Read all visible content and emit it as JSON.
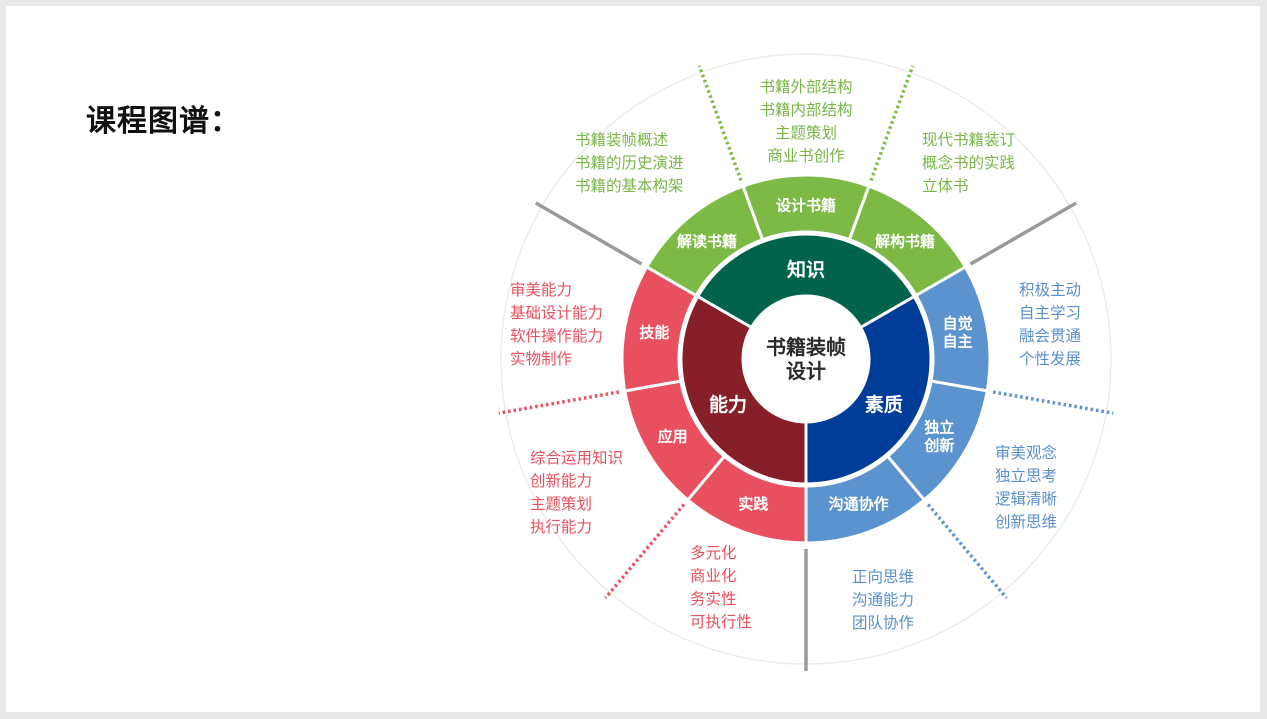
{
  "title": "课程图谱：",
  "center": {
    "line1": "书籍装帧",
    "line2": "设计"
  },
  "colors": {
    "knowledge_light": "#7db945",
    "knowledge_dark": "#00634a",
    "knowledge_text": "#79b547",
    "ability_light": "#e8505f",
    "ability_dark": "#861f27",
    "ability_text": "#e8505f",
    "quality_light": "#5b93cf",
    "quality_dark": "#003d98",
    "quality_text": "#5a8fcc",
    "line_grey": "#9a9a9a"
  },
  "sectors": [
    {
      "label": "知识",
      "group": "knowledge",
      "segments": [
        {
          "label": [
            "解读书籍"
          ],
          "items": [
            "书籍装帧概述",
            "书籍的历史演进",
            "书籍的基本构架"
          ]
        },
        {
          "label": [
            "设计书籍"
          ],
          "items": [
            "书籍外部结构",
            "书籍内部结构",
            "主题策划",
            "商业书创作"
          ]
        },
        {
          "label": [
            "解构书籍"
          ],
          "items": [
            "现代书籍装订",
            "概念书的实践",
            "立体书"
          ]
        }
      ]
    },
    {
      "label": "素质",
      "group": "quality",
      "segments": [
        {
          "label": [
            "自觉",
            "自主"
          ],
          "items": [
            "积极主动",
            "自主学习",
            "融会贯通",
            "个性发展"
          ]
        },
        {
          "label": [
            "独立",
            "创新"
          ],
          "items": [
            "审美观念",
            "独立思考",
            "逻辑清晰",
            "创新思维"
          ]
        },
        {
          "label": [
            "沟通协作"
          ],
          "items": [
            "正向思维",
            "沟通能力",
            "团队协作"
          ]
        }
      ]
    },
    {
      "label": "能力",
      "group": "ability",
      "segments": [
        {
          "label": [
            "实践"
          ],
          "items": [
            "多元化",
            "商业化",
            "务实性",
            "可执行性"
          ]
        },
        {
          "label": [
            "应用"
          ],
          "items": [
            "综合运用知识",
            "创新能力",
            "主题策划",
            "执行能力"
          ]
        },
        {
          "label": [
            "技能"
          ],
          "items": [
            "审美能力",
            "基础设计能力",
            "软件操作能力",
            "实物制作"
          ]
        }
      ]
    }
  ]
}
